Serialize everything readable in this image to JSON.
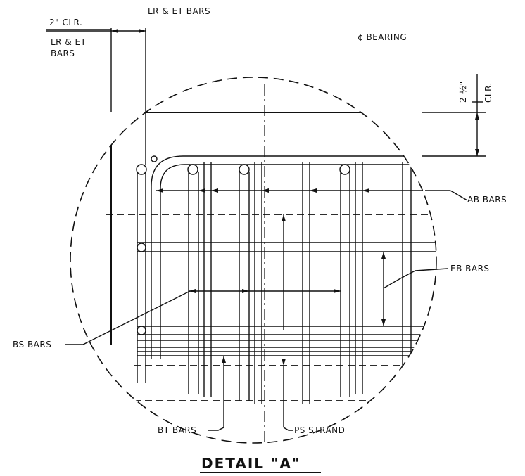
{
  "detail": {
    "title": "DETAIL \"A\""
  },
  "labels": {
    "lr_et_top": "LR & ET BARS",
    "clr_2": "2\" CLR.",
    "lr_et_line1": "LR & ET",
    "lr_et_line2": "BARS",
    "bearing": "¢ BEARING",
    "clr_half_value": "2 ½\"",
    "clr_half_unit": "CLR.",
    "ab_bars": "AB BARS",
    "eb_bars": "EB BARS",
    "bs_bars": "BS BARS",
    "bt_bars": "BT BARS",
    "ps_strand": "PS STRAND"
  }
}
